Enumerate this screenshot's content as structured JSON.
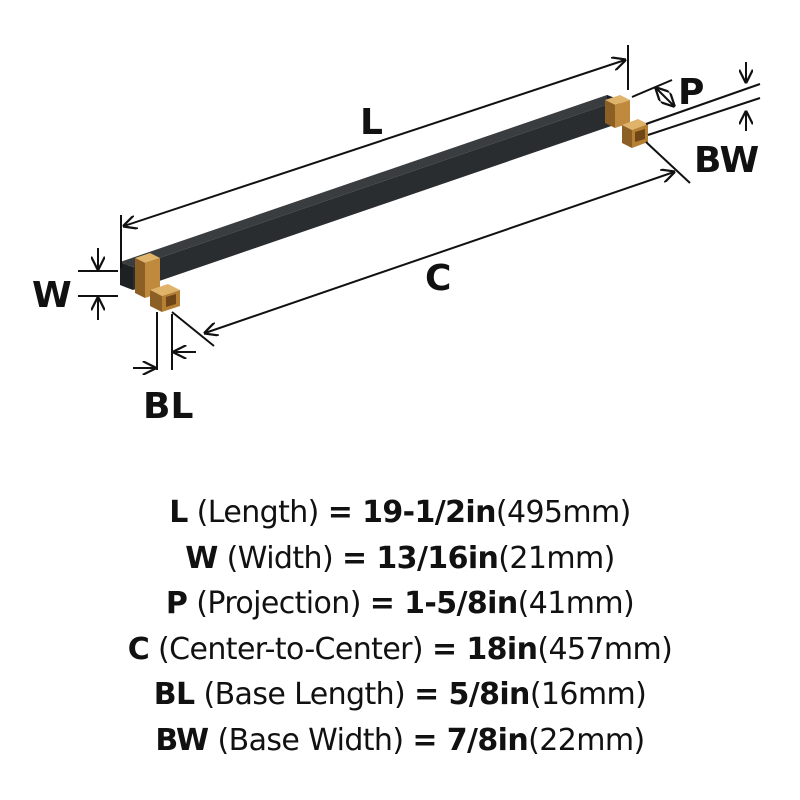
{
  "diagram": {
    "labels": {
      "length": "L",
      "width": "W",
      "projection": "P",
      "center": "C",
      "base_length": "BL",
      "base_width": "BW"
    },
    "colors": {
      "bar": "#24272a",
      "bar_top": "#3a3d40",
      "brass": "#c08a3e",
      "brass_dark": "#8c5f24",
      "brass_light": "#e0b36a",
      "line": "#111111"
    }
  },
  "specs": [
    {
      "abbr": "L",
      "desc": " (Length) ",
      "eq": "= ",
      "imperial": "19-1/2in",
      "metric": "(495mm)"
    },
    {
      "abbr": "W",
      "desc": " (Width) ",
      "eq": "= ",
      "imperial": "13/16in",
      "metric": "(21mm)"
    },
    {
      "abbr": "P",
      "desc": " (Projection) ",
      "eq": "= ",
      "imperial": "1-5/8in",
      "metric": "(41mm)"
    },
    {
      "abbr": "C",
      "desc": " (Center-to-Center) ",
      "eq": "= ",
      "imperial": "18in",
      "metric": "(457mm)"
    },
    {
      "abbr": "BL",
      "desc": " (Base Length) ",
      "eq": "= ",
      "imperial": "5/8in",
      "metric": "(16mm)"
    },
    {
      "abbr": "BW",
      "desc": " (Base Width) ",
      "eq": "= ",
      "imperial": "7/8in",
      "metric": "(22mm)"
    }
  ]
}
